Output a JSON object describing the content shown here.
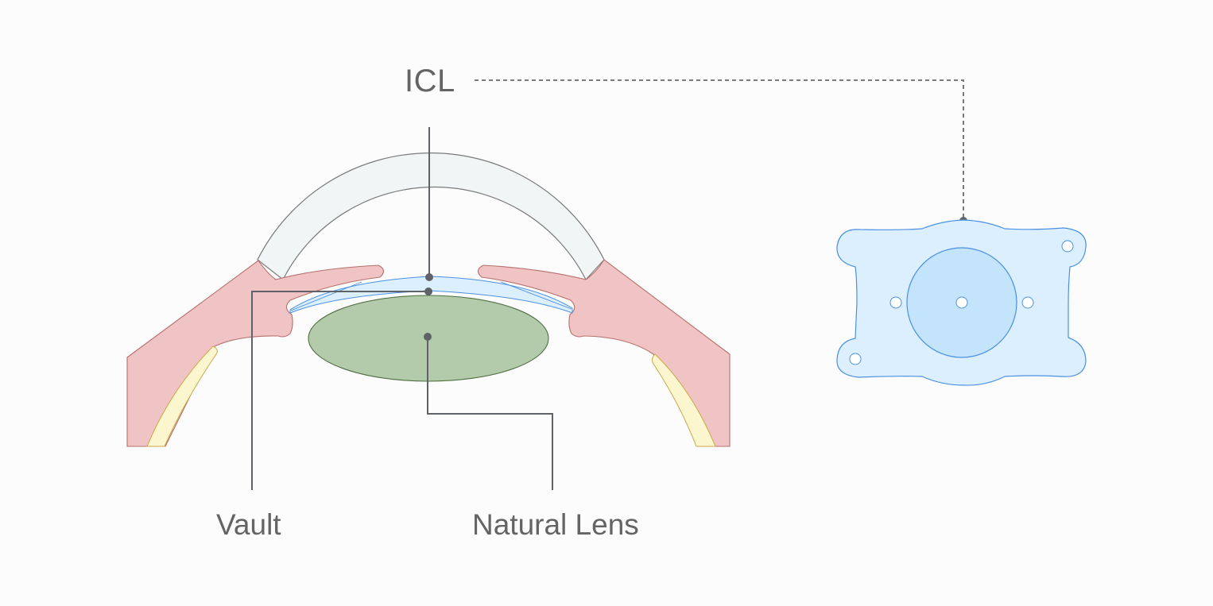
{
  "labels": {
    "icl": "ICL",
    "vault": "Vault",
    "natural_lens": "Natural Lens"
  },
  "colors": {
    "background": "#fcfcfc",
    "label_text": "#646464",
    "leader_line": "#5f6368",
    "cornea_fill": "#f1f5f6",
    "iris_fill": "#f0c4c4",
    "iris_stroke": "#b5706d",
    "ciliary_fill": "#fcf6cf",
    "natural_lens_fill": "#b4cbab",
    "natural_lens_stroke": "#4f6e42",
    "icl_fill": "#dcefff",
    "icl_stroke": "#4a90e2",
    "icl_optic_fill": "#c3e4fb"
  }
}
